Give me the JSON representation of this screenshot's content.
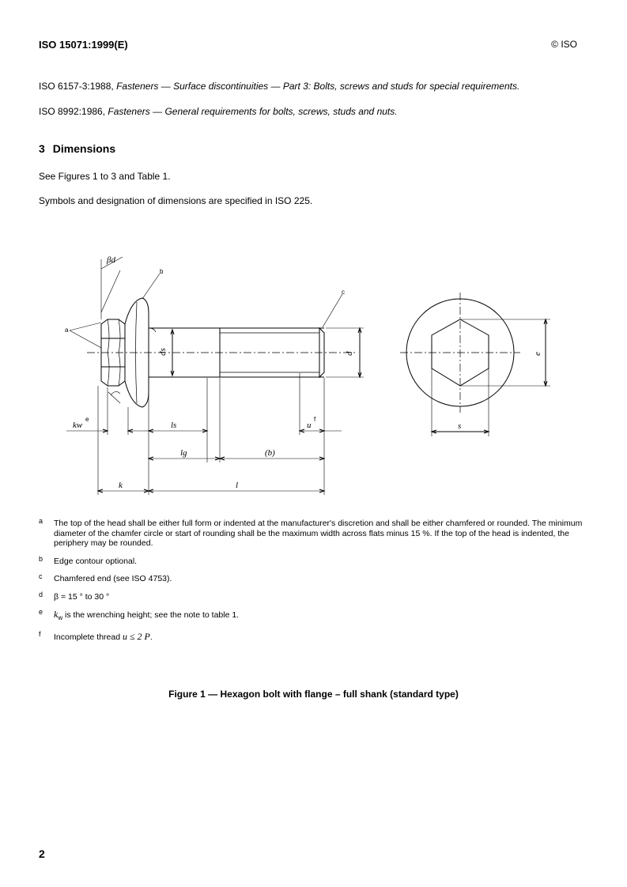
{
  "header": {
    "standard_id": "ISO 15071:1999(E)",
    "copyright": "© ISO"
  },
  "references": [
    {
      "code": "ISO 6157-3:1988,",
      "title": "Fasteners — Surface discontinuities — Part 3: Bolts, screws and studs for special requirements."
    },
    {
      "code": "ISO 8992:1986,",
      "title": "Fasteners — General requirements for bolts, screws, studs and nuts."
    }
  ],
  "section": {
    "number": "3",
    "title": "Dimensions",
    "paragraphs": [
      "See Figures 1 to 3 and Table 1.",
      "Symbols and designation of dimensions are specified in ISO 225."
    ]
  },
  "figure": {
    "labels": {
      "beta_d": "βd",
      "a": "a",
      "b": "b",
      "c": "c",
      "ds": "ds",
      "d": "d",
      "e": "e",
      "s": "s",
      "kw": "kw",
      "kw_sup": "e",
      "ls": "ls",
      "u": "u",
      "u_sup": "f",
      "lg": "lg",
      "b_paren": "(b)",
      "k": "k",
      "l": "l"
    },
    "caption": "Figure 1 — Hexagon bolt with flange – full shank (standard type)"
  },
  "notes": [
    {
      "key": "a",
      "text": "The top of the head shall be either full form or indented at the manufacturer's discretion and shall be either chamfered or rounded. The minimum diameter of the chamfer circle or start of rounding shall be the maximum width across flats minus 15 %. If the top of the head is indented, the periphery may be rounded."
    },
    {
      "key": "b",
      "text": "Edge contour optional."
    },
    {
      "key": "c",
      "text": "Chamfered end (see ISO 4753)."
    },
    {
      "key": "d",
      "text": "β = 15 ° to 30 °"
    },
    {
      "key": "e",
      "sym": "k",
      "sub": "w",
      "text": " is the wrenching height; see the note to table 1."
    },
    {
      "key": "f",
      "text": "Incomplete thread ",
      "math": "u ≤ 2 P",
      "tail": "."
    }
  ],
  "footer": {
    "page_number": "2"
  }
}
